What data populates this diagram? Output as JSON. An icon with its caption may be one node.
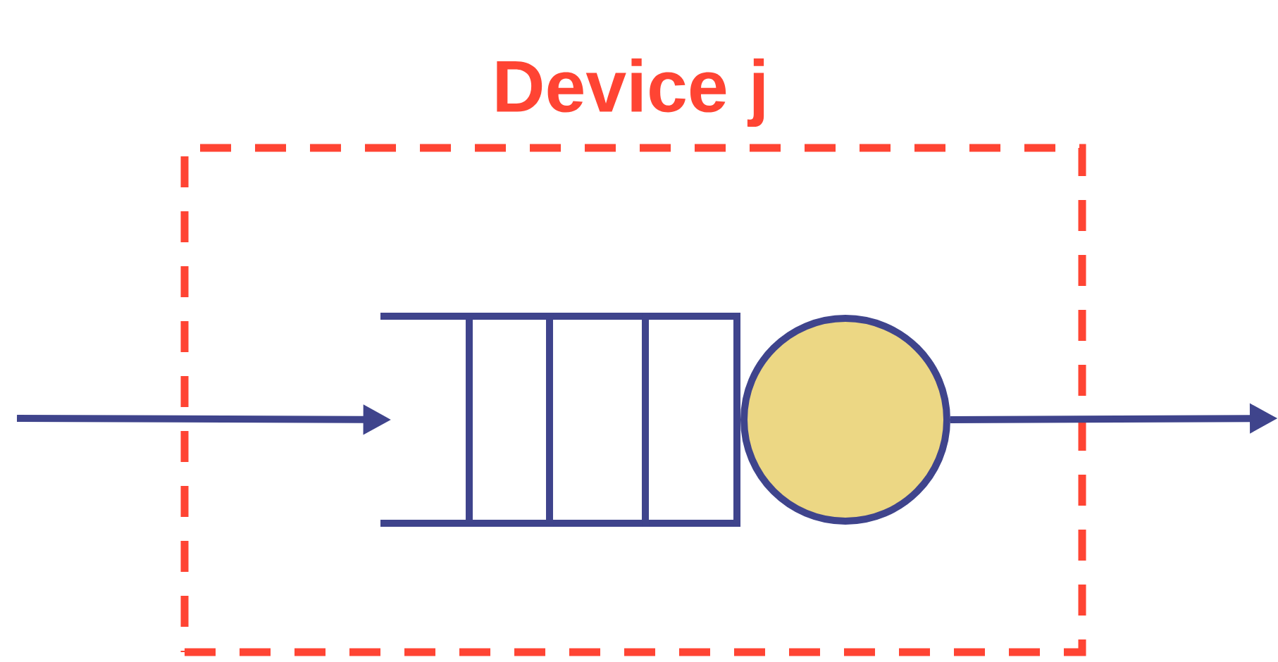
{
  "diagram": {
    "nodes": [
      {
        "text": [
          "Device j"
        ]
      },
      {
        "text": [],
        "shape": "box",
        "in": 0
      },
      {
        "text": [],
        "shape": "circle",
        "in": 0
      }
    ],
    "edges": [
      {
        "from": null,
        "to": 1,
        "arrow": "to"
      },
      {
        "from": 2,
        "to": null,
        "arrow": "to"
      }
    ]
  }
}
